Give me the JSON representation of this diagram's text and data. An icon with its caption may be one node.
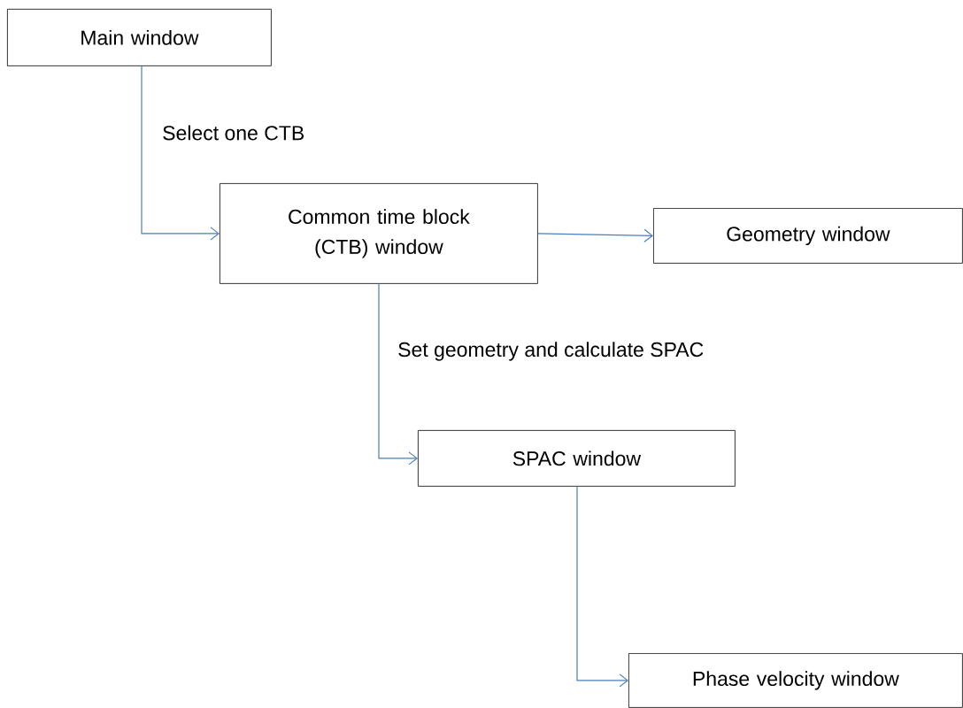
{
  "diagram": {
    "nodes": [
      {
        "text": [
          "Main window"
        ]
      },
      {
        "text": [
          "Common time block (CTB) window"
        ]
      },
      {
        "text": [
          "Geometry window"
        ]
      },
      {
        "text": [
          "SPAC window"
        ]
      },
      {
        "text": [
          "Phase velocity window"
        ]
      }
    ],
    "edges": [
      {
        "from": 0,
        "to": 1,
        "arrow": "to",
        "label": "Select one CTB"
      },
      {
        "from": 1,
        "to": 2,
        "arrow": "to"
      },
      {
        "from": 1,
        "to": 3,
        "arrow": "to",
        "label": "Set geometry and calculate SPAC"
      },
      {
        "from": 3,
        "to": 4,
        "arrow": "to"
      }
    ]
  }
}
